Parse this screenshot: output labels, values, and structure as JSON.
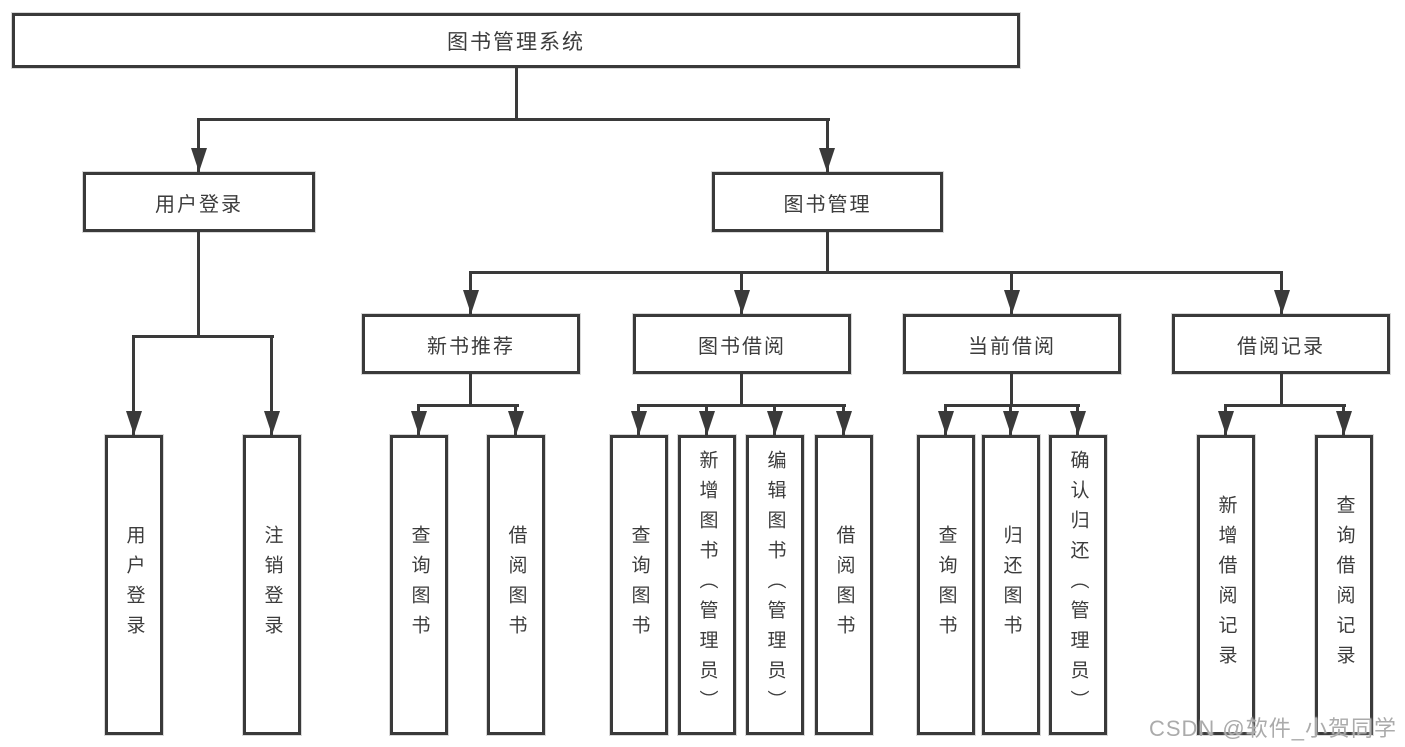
{
  "diagram_title": "图书管理系统",
  "watermark": "CSDN @软件_小贺同学",
  "colors": {
    "background": "#ffffff",
    "box_border": "#3a3a3a",
    "line": "#3a3a3a",
    "text": "#3c3c3c",
    "watermark": "#ababab"
  },
  "nodes": {
    "root": {
      "label": "图书管理系统"
    },
    "user_login": {
      "label": "用户登录",
      "parent": "root"
    },
    "book_management": {
      "label": "图书管理",
      "parent": "root"
    },
    "new_book_recommend": {
      "label": "新书推荐",
      "parent": "book_management"
    },
    "book_borrowing": {
      "label": "图书借阅",
      "parent": "book_management"
    },
    "current_borrowing": {
      "label": "当前借阅",
      "parent": "book_management"
    },
    "borrowing_records": {
      "label": "借阅记录",
      "parent": "book_management"
    },
    "login": {
      "label": "用户登录",
      "parent": "user_login"
    },
    "logout": {
      "label": "注销登录",
      "parent": "user_login"
    },
    "recommend_query_books": {
      "label": "查询图书",
      "parent": "new_book_recommend"
    },
    "recommend_borrow_books": {
      "label": "借阅图书",
      "parent": "new_book_recommend"
    },
    "borrowing_query_books": {
      "label": "查询图书",
      "parent": "book_borrowing"
    },
    "borrowing_add_books": {
      "label": "新增图书（管理员）",
      "parent": "book_borrowing"
    },
    "borrowing_edit_books": {
      "label": "编辑图书（管理员）",
      "parent": "book_borrowing"
    },
    "borrowing_borrow_books": {
      "label": "借阅图书",
      "parent": "book_borrowing"
    },
    "current_query_books": {
      "label": "查询图书",
      "parent": "current_borrowing"
    },
    "current_return_books": {
      "label": "归还图书",
      "parent": "current_borrowing"
    },
    "current_confirm_return": {
      "label": "确认归还（管理员）",
      "parent": "current_borrowing"
    },
    "records_add_record": {
      "label": "新增借阅记录",
      "parent": "borrowing_records"
    },
    "records_query_record": {
      "label": "查询借阅记录",
      "parent": "borrowing_records"
    }
  }
}
